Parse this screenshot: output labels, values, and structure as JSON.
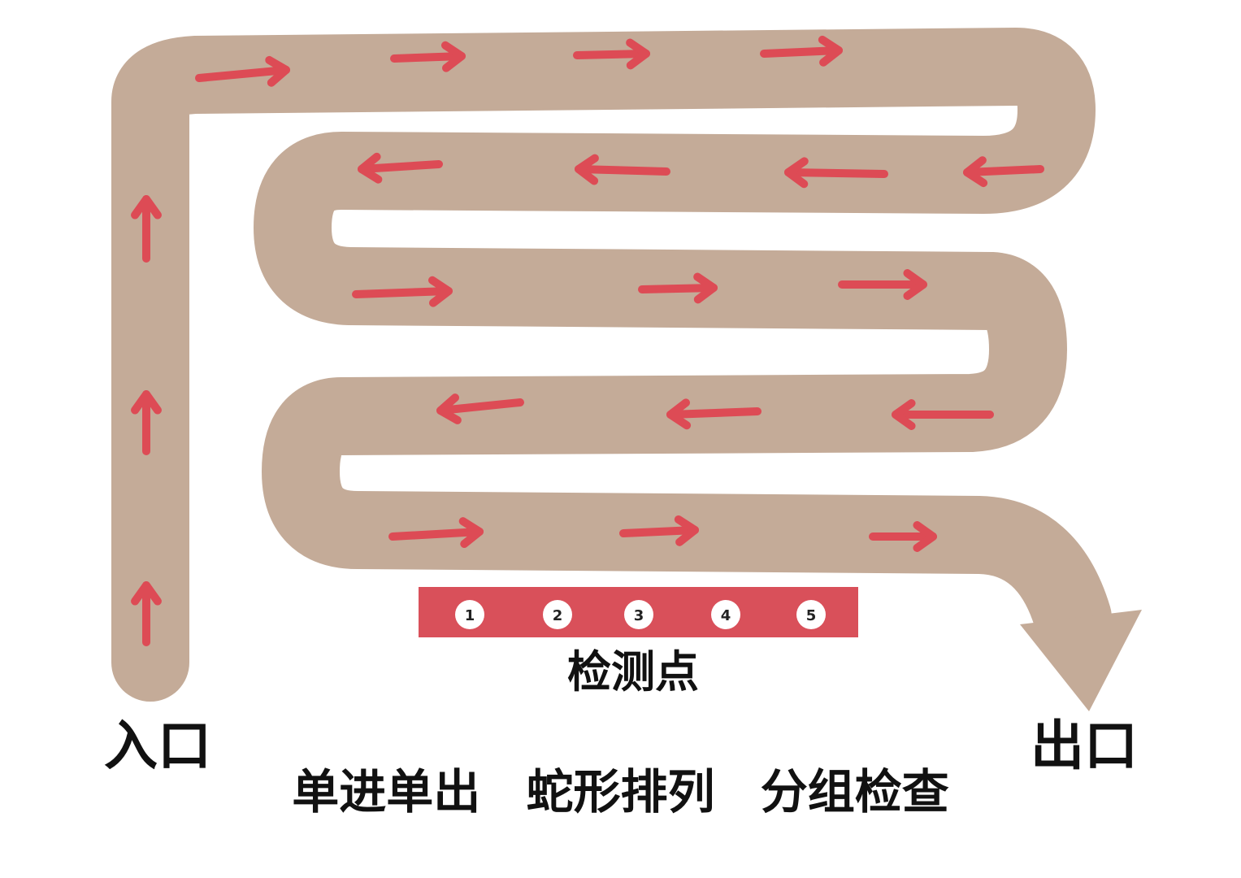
{
  "colors": {
    "path": "#c4ab98",
    "arrow": "#dd4b55",
    "checkpoint_bar": "#d9505a",
    "checkpoint_circle": "#ffffff",
    "text": "#111111"
  },
  "entrance_label": "入口",
  "exit_label": "出口",
  "checkpoint": {
    "title": "检测点",
    "numbers": [
      "1",
      "2",
      "3",
      "4",
      "5"
    ]
  },
  "slogan": [
    "单进单出",
    "蛇形排列",
    "分组检查"
  ]
}
